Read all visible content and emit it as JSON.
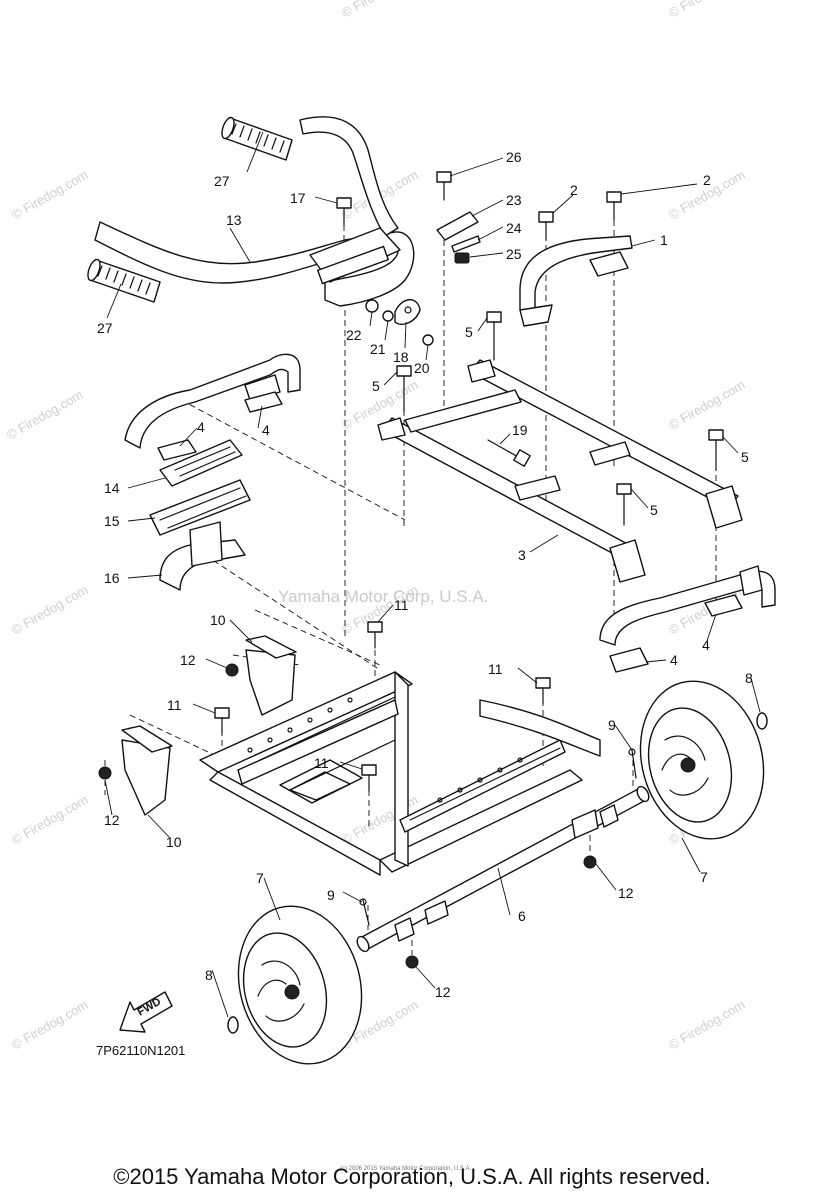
{
  "watermarks": {
    "site": "© Firedog.com",
    "corporate": "Yamaha Motor Corp, U.S.A.",
    "tiny_notice": "(c) 2006 2015 Yamaha Motor Corporation, U.S.A."
  },
  "diagram_code": "7P62110N1201",
  "fwd_label": "FWD",
  "callouts": {
    "c1": "1",
    "c2a": "2",
    "c2b": "2",
    "c3": "3",
    "c4a": "4",
    "c4b": "4",
    "c4c": "4",
    "c4d": "4",
    "c5a": "5",
    "c5b": "5",
    "c5c": "5",
    "c5d": "5",
    "c6": "6",
    "c7a": "7",
    "c7b": "7",
    "c8a": "8",
    "c8b": "8",
    "c9a": "9",
    "c9b": "9",
    "c10a": "10",
    "c10b": "10",
    "c11a": "11",
    "c11b": "11",
    "c11c": "11",
    "c11d": "11",
    "c12a": "12",
    "c12b": "12",
    "c12c": "12",
    "c12d": "12",
    "c13": "13",
    "c14": "14",
    "c15": "15",
    "c16": "16",
    "c17": "17",
    "c18": "18",
    "c19": "19",
    "c20": "20",
    "c21": "21",
    "c22": "22",
    "c23": "23",
    "c24": "24",
    "c25": "25",
    "c26": "26",
    "c27a": "27",
    "c27b": "27"
  },
  "copyright": "©2015 Yamaha Motor Corporation, U.S.A. All rights reserved."
}
